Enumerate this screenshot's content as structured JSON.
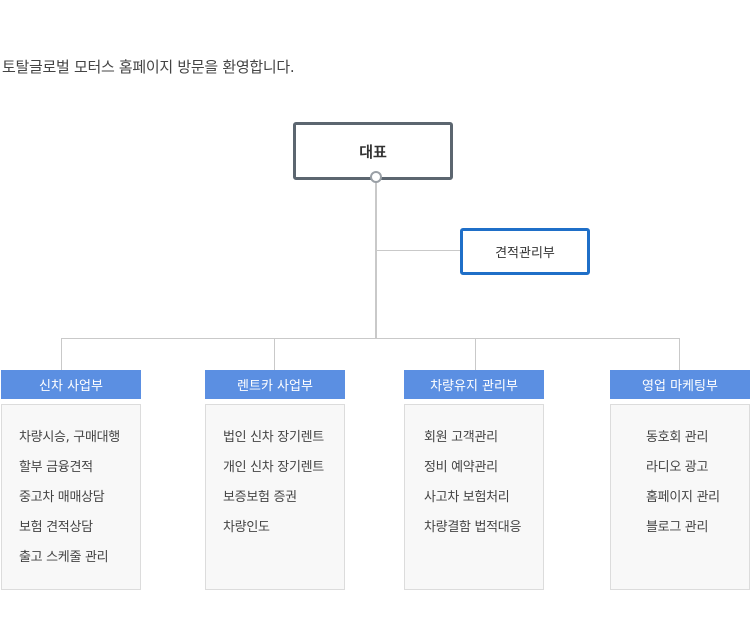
{
  "intro": "토탈글로벌 모터스 홈페이지 방문을 환영합니다.",
  "ceo": "대표",
  "estimate_dept": "견적관리부",
  "departments": [
    {
      "title": "신차 사업부",
      "items": [
        "차량시승, 구매대행",
        "할부 금융견적",
        "중고차 매매상담",
        "보험 견적상담",
        "출고 스케줄 관리"
      ]
    },
    {
      "title": "렌트카 사업부",
      "items": [
        "법인 신차 장기렌트",
        "개인 신차 장기렌트",
        "보증보험 증권",
        "차량인도"
      ]
    },
    {
      "title": "차량유지 관리부",
      "items": [
        "회원 고객관리",
        "정비 예약관리",
        "사고차 보험처리",
        "차량결함 법적대응"
      ]
    },
    {
      "title": "영업 마케팅부",
      "items": [
        "동호회 관리",
        "라디오 광고",
        "홈페이지 관리",
        "블로그 관리"
      ]
    }
  ],
  "colors": {
    "dept_header": "#5b8fe2",
    "estimate_border": "#1f6fc8",
    "ceo_border": "#5c6670",
    "connector": "#c9c9c9"
  }
}
